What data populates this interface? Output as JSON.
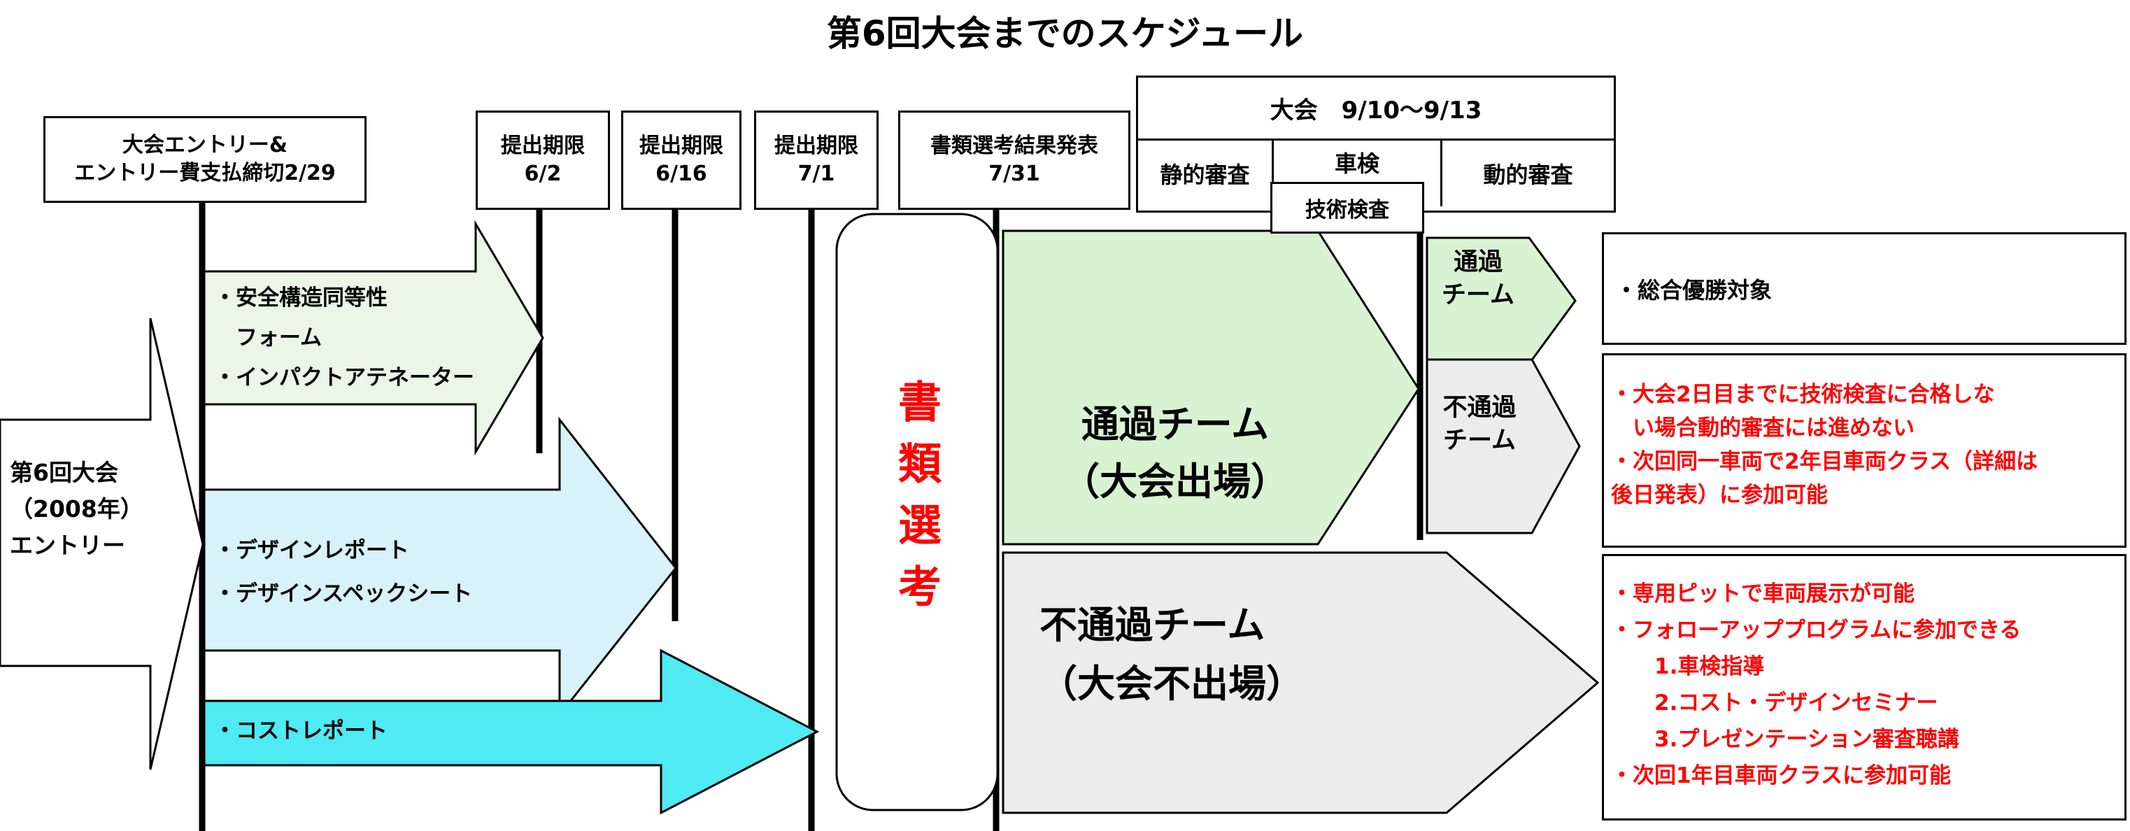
{
  "title": "第6回大会までのスケジュール",
  "milestones": {
    "entry": {
      "line1": "大会エントリー&",
      "line2": "エントリー費支払締切2/29"
    },
    "deadline1": {
      "line1": "提出期限",
      "line2": "6/2"
    },
    "deadline2": {
      "line1": "提出期限",
      "line2": "6/16"
    },
    "deadline3": {
      "line1": "提出期限",
      "line2": "7/1"
    },
    "result": {
      "line1": "書類選考結果発表",
      "line2": "7/31"
    }
  },
  "event_table": {
    "header": "大会　9/10～9/13",
    "static_review": "静的審査",
    "vehicle_inspection": "車検",
    "technical_inspection": "技術検査",
    "dynamic_review": "動的審査"
  },
  "left_arrow": {
    "line1": "第6回大会",
    "line2": "（2008年）",
    "line3": "エントリー"
  },
  "submission_arrows": {
    "safety": {
      "line1": "・安全構造同等性",
      "line2": "　フォーム",
      "line3": "・インパクトアテネーター",
      "color": "#eaf7e6"
    },
    "design": {
      "line1": "・デザインレポート",
      "line2": "・デザインスペックシート",
      "color": "#d7f2f8"
    },
    "cost": {
      "line1": "・コストレポート",
      "color": "#4feaf2"
    }
  },
  "screening": {
    "label": "書類選考",
    "text_color": "#ff0000"
  },
  "pass_arrow": {
    "line1": "通過チーム",
    "line2": "（大会出場）",
    "color": "#d9f3d2"
  },
  "fail_arrow": {
    "line1": "不通過チーム",
    "line2": "（大会不出場）",
    "color": "#ececec"
  },
  "pass_small": {
    "line1": "通過",
    "line2": "チーム"
  },
  "fail_small": {
    "line1": "不通過",
    "line2": "チーム"
  },
  "outcomes": {
    "overall": {
      "line1": "・総合優勝対象"
    },
    "fail_rules": {
      "lines": [
        "・大会2日目までに技術検査に合格しな",
        "　い場合動的審査には進めない",
        "・次回同一車両で2年目車両クラス（詳細は",
        "後日発表）に参加可能"
      ],
      "text_color": "#ff0000"
    },
    "no_entry": {
      "lines": [
        "・専用ピットで車両展示が可能",
        "・フォローアッププログラムに参加できる",
        "　　1.車検指導",
        "　　2.コスト・デザインセミナー",
        "　　3.プレゼンテーション審査聴講",
        "・次回1年目車両クラスに参加可能"
      ],
      "text_color": "#ff0000"
    }
  }
}
